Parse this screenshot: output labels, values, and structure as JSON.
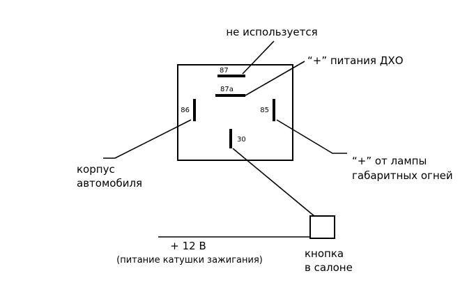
{
  "page": {
    "background": "#ffffff",
    "line_color": "#000000"
  },
  "relay": {
    "pins": {
      "p87": "87",
      "p87a": "87a",
      "p86": "86",
      "p85": "85",
      "p30": "30"
    }
  },
  "labels": {
    "not_used": "не используется",
    "drl_power": "“+” питания ДХО",
    "car_body": {
      "line1": "корпус",
      "line2": "автомобиля"
    },
    "parking_lamp": {
      "line1": "“+” от лампы",
      "line2": "габаритных огней"
    },
    "plus_12v": {
      "line1": "+ 12 В",
      "line2": "(питание катушки зажигания)"
    },
    "cabin_button": {
      "line1": "кнопка",
      "line2": "в салоне"
    }
  }
}
